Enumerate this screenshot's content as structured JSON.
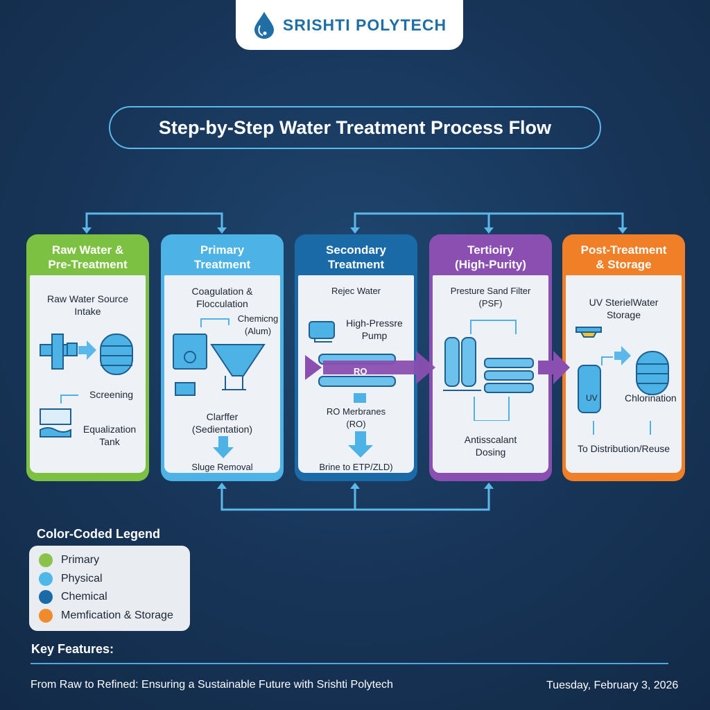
{
  "brand": {
    "name": "SRISHTI POLYTECH",
    "icon": "water-drop-icon"
  },
  "title": "Step-by-Step Water Treatment Process Flow",
  "colors": {
    "background": "#173457",
    "green": "#7dc142",
    "light_blue": "#4db3e6",
    "blue": "#1a6aa8",
    "purple": "#8a4fb0",
    "orange": "#f07f28"
  },
  "stages": [
    {
      "title_line1": "Raw Water &",
      "title_line2": "Pre-Treatment",
      "items": [
        "Raw Water Source",
        "Intake",
        "Screening",
        "Equalization",
        "Tank"
      ]
    },
    {
      "title_line1": "Primary",
      "title_line2": "Treatment",
      "items": [
        "Coagulation &",
        "Flocculation",
        "Chemicng",
        "(Alum)",
        "Clarffer",
        "(Sedientation)",
        "Sluge Removal"
      ]
    },
    {
      "title_line1": "Secondary",
      "title_line2": "Treatment",
      "items": [
        "Rejec Water",
        "High-Pressre",
        "Pump",
        "RO",
        "RO Merbranes",
        "(RO)",
        "Brine to ETP/ZLD)"
      ]
    },
    {
      "title_line1": "Tertioiry",
      "title_line2": "(High-Purity)",
      "items": [
        "Presture Sand Filter",
        "(PSF)",
        "Antisscalant",
        "Dosing"
      ]
    },
    {
      "title_line1": "Post-Treatment",
      "title_line2": "& Storage",
      "items": [
        "UV SterielWater",
        "Storage",
        "UV",
        "Chlorination",
        "To Distribution/Reuse"
      ]
    }
  ],
  "legend": {
    "title": "Color-Coded Legend",
    "items": [
      {
        "label": "Primary",
        "color": "#8bc34a"
      },
      {
        "label": "Physical",
        "color": "#4db8e8"
      },
      {
        "label": "Chemical",
        "color": "#1a6aa8"
      },
      {
        "label": "Memfication & Storage",
        "color": "#f08a2c"
      }
    ]
  },
  "key_features": "Key Features:",
  "footer": {
    "tagline": "From Raw to Refined: Ensuring a Sustainable Future with Srishti Polytech",
    "date": "Tuesday, February 3, 2026"
  }
}
